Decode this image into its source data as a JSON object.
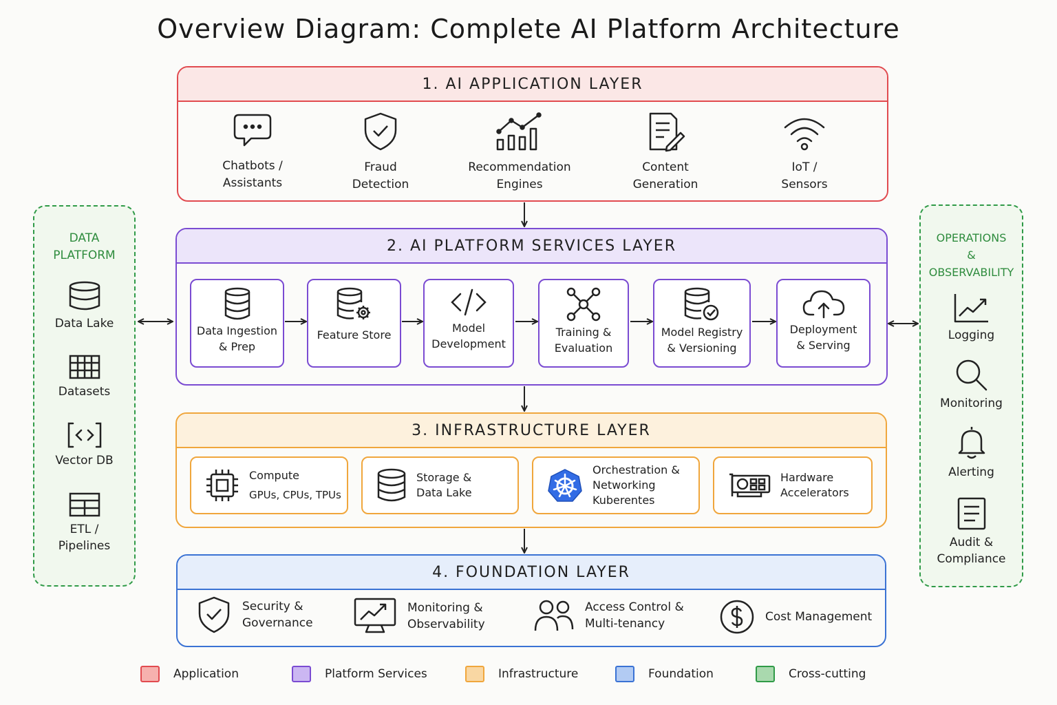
{
  "title": "Overview Diagram:  Complete AI Platform Architecture",
  "colors": {
    "application": "#e14a4f",
    "platform_services": "#7a4bd2",
    "infrastructure": "#f0a63c",
    "foundation": "#3a72d4",
    "cross_cutting": "#2f9a47"
  },
  "layer1": {
    "title": "1. AI APPLICATION LAYER",
    "items": [
      {
        "icon": "chat-bubble-icon",
        "label": "Chatbots /\nAssistants"
      },
      {
        "icon": "shield-check-icon",
        "label": "Fraud\nDetection"
      },
      {
        "icon": "bar-line-chart-icon",
        "label": "Recommendation\nEngines"
      },
      {
        "icon": "document-pen-icon",
        "label": "Content\nGeneration"
      },
      {
        "icon": "wifi-signal-icon",
        "label": "IoT /\nSensors"
      }
    ]
  },
  "layer2": {
    "title": "2.  AI PLATFORM SERVICES LAYER",
    "items": [
      {
        "icon": "database-icon",
        "label": "Data Ingestion\n& Prep"
      },
      {
        "icon": "database-gear-icon",
        "label": "Feature Store"
      },
      {
        "icon": "code-icon",
        "label": "Model\nDevelopment"
      },
      {
        "icon": "network-nodes-icon",
        "label": "Training &\nEvaluation"
      },
      {
        "icon": "database-check-icon",
        "label": "Model Registry\n& Versioning"
      },
      {
        "icon": "cloud-upload-icon",
        "label": "Deployment\n& Serving"
      }
    ]
  },
  "layer3": {
    "title": "3.  INFRASTRUCTURE  LAYER",
    "items": [
      {
        "icon": "cpu-chip-icon",
        "label": "Compute",
        "sub": "GPUs, CPUs, TPUs"
      },
      {
        "icon": "database-icon",
        "label": "Storage &\nData Lake"
      },
      {
        "icon": "kubernetes-icon",
        "label": "Orchestration &\nNetworking\nKuberentes"
      },
      {
        "icon": "gpu-card-icon",
        "label": "Hardware\nAccelerators"
      }
    ]
  },
  "layer4": {
    "title": "4.  FOUNDATION  LAYER",
    "items": [
      {
        "icon": "shield-check-icon",
        "label": "Security &\nGovernance"
      },
      {
        "icon": "monitor-chart-icon",
        "label": "Monitoring &\nObservability"
      },
      {
        "icon": "users-icon",
        "label": "Access Control &\nMulti-tenancy"
      },
      {
        "icon": "dollar-coin-icon",
        "label": "Cost Management"
      }
    ]
  },
  "data_platform": {
    "title": "DATA\nPLATFORM",
    "items": [
      {
        "icon": "database-icon",
        "label": "Data Lake"
      },
      {
        "icon": "grid-table-icon",
        "label": "Datasets"
      },
      {
        "icon": "bracket-code-icon",
        "label": "Vector DB"
      },
      {
        "icon": "table-icon",
        "label": "ETL /\nPipelines"
      }
    ]
  },
  "operations": {
    "title": "OPERATIONS\n&\nOBSERVABILITY",
    "items": [
      {
        "icon": "trend-chart-icon",
        "label": "Logging"
      },
      {
        "icon": "magnifier-icon",
        "label": "Monitoring"
      },
      {
        "icon": "bell-icon",
        "label": "Alerting"
      },
      {
        "icon": "document-icon",
        "label": "Audit &\nCompliance"
      }
    ]
  },
  "legend": [
    {
      "label": "Application",
      "color": "#e14a4f",
      "fill": "#f6b1ae"
    },
    {
      "label": "Platform Services",
      "color": "#7a4bd2",
      "fill": "#cbb7f2"
    },
    {
      "label": "Infrastructure",
      "color": "#f0a63c",
      "fill": "#f9d7a3"
    },
    {
      "label": "Foundation",
      "color": "#3a72d4",
      "fill": "#b2cbf3"
    },
    {
      "label": "Cross-cutting",
      "color": "#2f9a47",
      "fill": "#a9d9ae"
    }
  ]
}
